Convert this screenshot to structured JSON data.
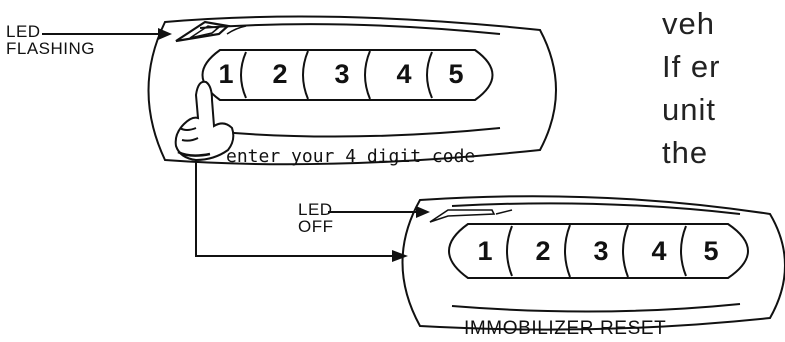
{
  "top_remote": {
    "led_label_line1": "LED",
    "led_label_line2": "FLASHING",
    "caption": "enter your 4 digit code",
    "keys": [
      "1",
      "2",
      "3",
      "4",
      "5"
    ]
  },
  "bottom_remote": {
    "led_label_line1": "LED",
    "led_label_line2": "OFF",
    "caption": "IMMOBILIZER RESET",
    "keys": [
      "1",
      "2",
      "3",
      "4",
      "5"
    ]
  },
  "side_text": {
    "line1": "veh",
    "line2": "If er",
    "line3": "unit",
    "line4": "the"
  }
}
